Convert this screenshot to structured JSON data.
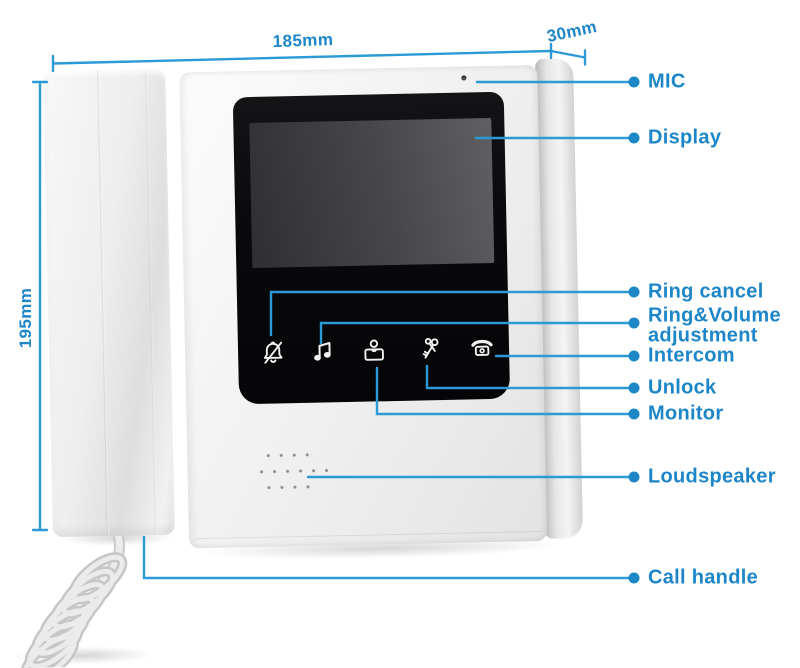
{
  "colors": {
    "accent_text": "#1c86c8",
    "leader_line": "#2b9ad6",
    "callout_dot": "#1e88c7",
    "panel_black": "#0a0a0c",
    "screen_gray": "#47474a"
  },
  "dimensions": {
    "top_width": "185mm",
    "top_depth": "30mm",
    "left_height": "195mm"
  },
  "callouts": {
    "mic": "MIC",
    "display": "Display",
    "ring_cancel": "Ring cancel",
    "ring_volume": "Ring&Volume adjustment",
    "intercom": "Intercom",
    "unlock": "Unlock",
    "monitor": "Monitor",
    "loudspeaker": "Loudspeaker",
    "call_handle": "Call handle"
  },
  "device": {
    "touch_icons": [
      {
        "name": "bell-slash-icon",
        "meaning": "Ring cancel"
      },
      {
        "name": "music-note-icon",
        "meaning": "Ring&Volume adjustment"
      },
      {
        "name": "person-icon",
        "meaning": "Monitor"
      },
      {
        "name": "keys-icon",
        "meaning": "Unlock"
      },
      {
        "name": "telephone-icon",
        "meaning": "Intercom"
      }
    ]
  }
}
